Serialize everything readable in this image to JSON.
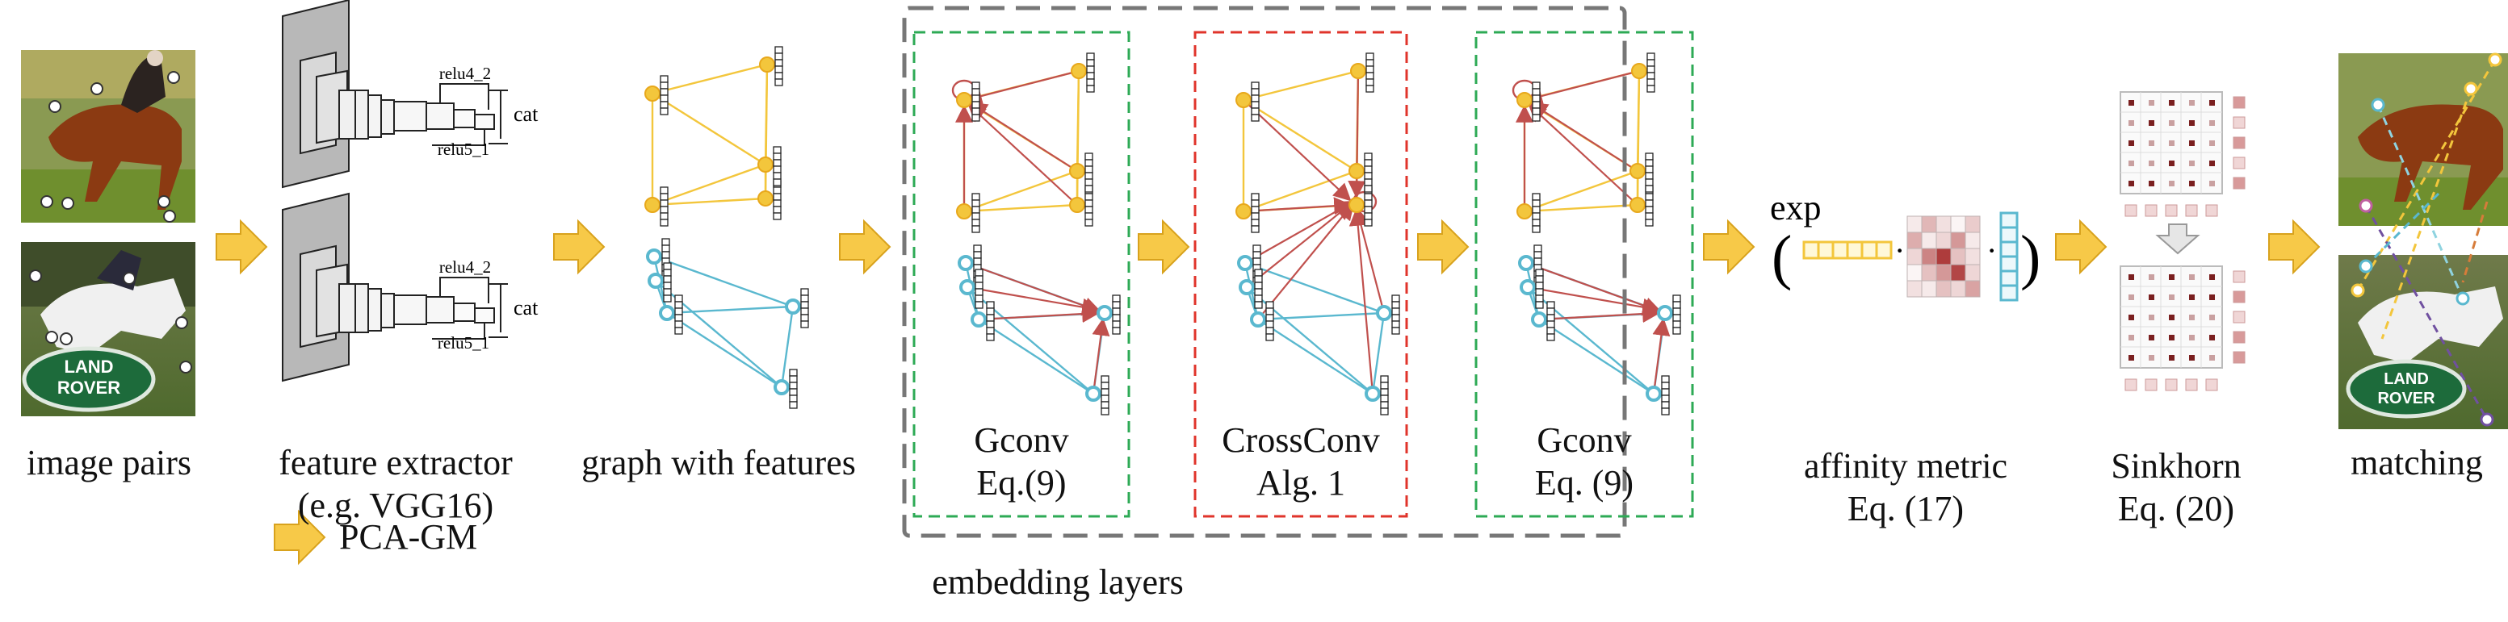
{
  "stages": {
    "image_pairs": "image pairs",
    "feature_extractor": [
      "feature extractor",
      "(e.g. VGG16)"
    ],
    "graph_with_features": "graph with features",
    "embedding_layers": "embedding layers",
    "gconv1": [
      "Gconv",
      "Eq.(9)"
    ],
    "crossconv": [
      "CrossConv",
      "Alg. 1"
    ],
    "gconv2": [
      "Gconv",
      "Eq. (9)"
    ],
    "affinity_metric": [
      "affinity metric",
      "Eq. (17)"
    ],
    "sinkhorn": [
      "Sinkhorn",
      "Eq. (20)"
    ],
    "matching": "matching"
  },
  "cnn_labels": {
    "relu4": "relu4_2",
    "relu5": "relu5_1",
    "cat": "cat"
  },
  "affinity": {
    "exp": "exp",
    "open_paren": "(",
    "close_paren": ")",
    "dot": "·"
  },
  "legend": {
    "label": "PCA-GM",
    "arrow_icon": "block-arrow-icon"
  },
  "photo_text": {
    "logo_line1": "LAND",
    "logo_line2": "ROVER"
  },
  "colors": {
    "arrow_fill": "#f7c948",
    "arrow_stroke": "#d8a21d",
    "graph_top": "#f3c63c",
    "graph_bottom": "#5ab8cf",
    "intra_edge": "#c0504d",
    "box_green": "#2daa55",
    "box_red": "#e0342b",
    "box_gray": "#777777",
    "matrix_cell": "#c04c4c"
  }
}
